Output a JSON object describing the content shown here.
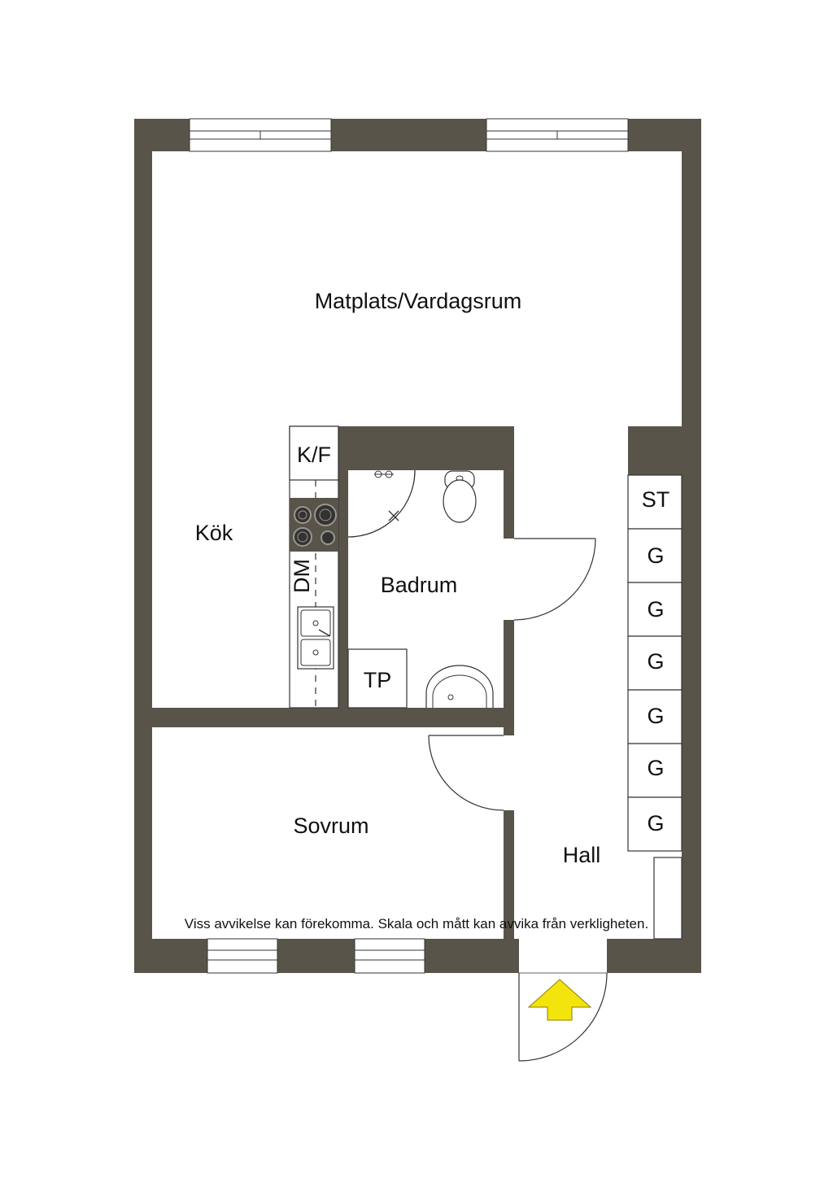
{
  "rooms": {
    "living": "Matplats/Vardagsrum",
    "kitchen": "Kök",
    "bathroom": "Badrum",
    "bedroom": "Sovrum",
    "hall": "Hall"
  },
  "fixtures": {
    "fridge_freezer": "K/F",
    "dishwasher": "DM",
    "dryer": "TP",
    "cabinet_top": "ST",
    "wardrobes": [
      "G",
      "G",
      "G",
      "G",
      "G",
      "G"
    ]
  },
  "colors": {
    "wall": "#58544a",
    "entrance_arrow": "#f2e40c"
  },
  "footer": {
    "disclaimer": "Viss avvikelse kan förekomma. Skala och mått kan avvika från verkligheten."
  }
}
